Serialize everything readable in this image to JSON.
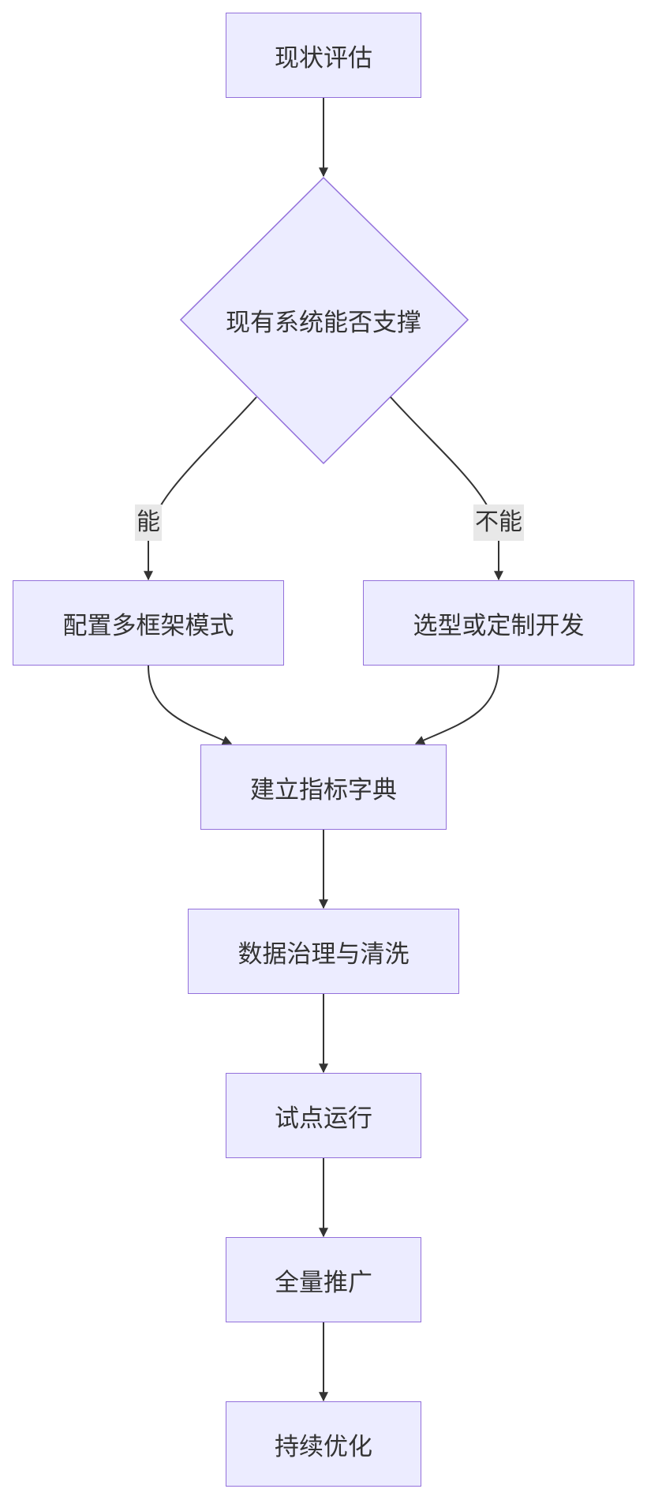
{
  "nodes": {
    "assess": "现状评估",
    "decision": "现有系统能否支撑",
    "configure": "配置多框架模式",
    "develop": "选型或定制开发",
    "dictionary": "建立指标字典",
    "governance": "数据治理与清洗",
    "pilot": "试点运行",
    "rollout": "全量推广",
    "optimize": "持续优化"
  },
  "edge_labels": {
    "yes": "能",
    "no": "不能"
  },
  "colors": {
    "node_fill": "#ececff",
    "node_border": "#9370db",
    "edge": "#333333",
    "label_bg": "#e8e8e8"
  }
}
